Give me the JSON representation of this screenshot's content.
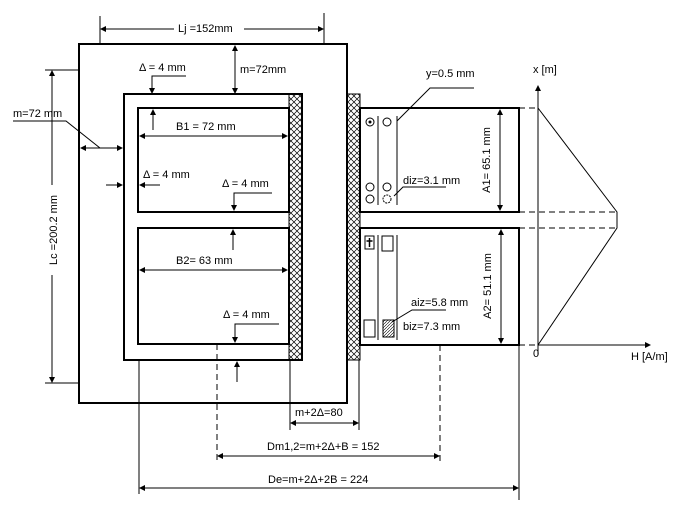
{
  "labels": {
    "lj": "Lj =152mm",
    "lc": "Lc =200.2 mm",
    "m_top": "m=72mm",
    "m_left": "m=72 mm",
    "delta_top": "Δ = 4  mm",
    "delta_left": "Δ = 4 mm",
    "delta_b1": "Δ = 4 mm",
    "delta_b2": "Δ = 4 mm",
    "b1": "B1 = 72 mm",
    "b2": "B2= 63 mm",
    "y": "y=0.5 mm",
    "diz": "diz=3.1 mm",
    "aiz": "aiz=5.8 mm",
    "biz": "biz=7.3 mm",
    "a1": "A1= 65.1 mm",
    "a2": "A2= 51.1 mm",
    "x_axis": "x [m]",
    "h_axis": "H [A/m]",
    "origin": "0",
    "m2d": "m+2Δ=80",
    "dm": "Dm1,2=m+2Δ+B = 152",
    "de": "De=m+2Δ+2B = 224"
  }
}
